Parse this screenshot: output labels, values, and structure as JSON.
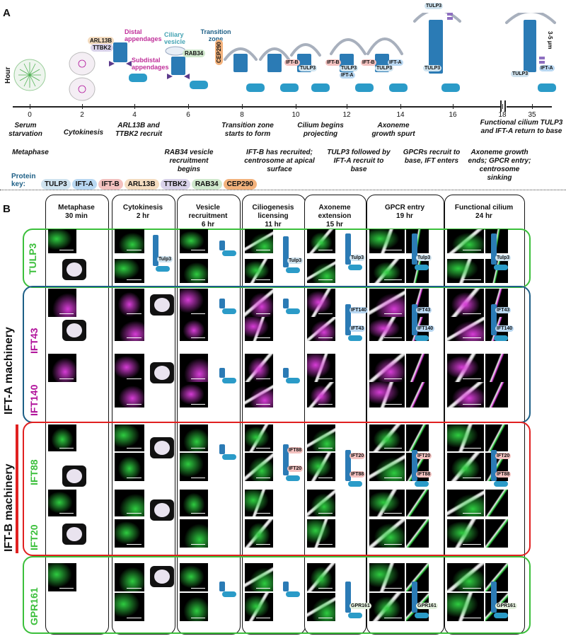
{
  "panel_a": {
    "label": "A",
    "axis_label": "Hour",
    "ticks": [
      "0",
      "2",
      "4",
      "6",
      "8",
      "10",
      "12",
      "14",
      "16",
      "18",
      "35"
    ],
    "events_above": [
      {
        "label": "Serum starvation"
      },
      {
        "label": "Cytokinesis"
      },
      {
        "label": "ARL13B and TTBK2 recruit"
      },
      {
        "label": "Transition zone starts to form"
      },
      {
        "label": "Cilium begins projecting"
      },
      {
        "label": "Axoneme growth spurt"
      },
      {
        "label": "Functional cilium TULP3 and IFT-A return to base"
      }
    ],
    "events_below": [
      {
        "label": "Metaphase"
      },
      {
        "label": "RAB34 vesicle recruitment begins"
      },
      {
        "label": "IFT-B has recruited; centrosome at apical surface"
      },
      {
        "label": "TULP3 followed by IFT-A recruit to base"
      },
      {
        "label": "GPCRs recruit to base, IFT enters"
      },
      {
        "label": "Axoneme growth ends; GPCR entry; centrosome sinking"
      }
    ],
    "diagram_labels": {
      "arl13b": "ARL13B",
      "ttbk2": "TTBK2",
      "distal": "Distal appendages",
      "subdistal": "Subdistal appendages",
      "vesicle": "Ciliary vesicle",
      "rab34": "RAB34",
      "tz": "Transition zone",
      "cep290": "CEP290",
      "iftb": "IFT-B",
      "ifta": "IFT-A",
      "tulp3": "TULP3",
      "length": "3-5 µm"
    },
    "protein_key_label": "Protein key:",
    "protein_key": [
      {
        "name": "TULP3",
        "color": "#cfe3ef"
      },
      {
        "name": "IFT-A",
        "color": "#b9d8f2"
      },
      {
        "name": "IFT-B",
        "color": "#f3c1bf"
      },
      {
        "name": "ARL13B",
        "color": "#f4dcc0"
      },
      {
        "name": "TTBK2",
        "color": "#d9d2ea"
      },
      {
        "name": "RAB34",
        "color": "#cfe8cc"
      },
      {
        "name": "CEP290",
        "color": "#f3b27c"
      }
    ]
  },
  "panel_b": {
    "label": "B",
    "columns": [
      {
        "title": "Metaphase",
        "time": "30 min"
      },
      {
        "title": "Cytokinesis",
        "time": "2 hr"
      },
      {
        "title": "Vesicle recruitment",
        "time": "6 hr"
      },
      {
        "title": "Ciliogenesis licensing",
        "time": "11 hr"
      },
      {
        "title": "Axoneme extension",
        "time": "15 hr"
      },
      {
        "title": "GPCR entry",
        "time": "19 hr"
      },
      {
        "title": "Functional cilium",
        "time": "24 hr"
      }
    ],
    "rows": [
      "TULP3",
      "IFT43",
      "IFT140",
      "IFT88",
      "IFT20",
      "GPR161"
    ],
    "machinery": [
      "IFT-A machinery",
      "IFT-B machinery"
    ],
    "colors": {
      "green": "#3bbf3b",
      "blue": "#1d5f86",
      "red": "#e02020",
      "magenta": "#b0109a",
      "micro_green": "#2ecc40",
      "micro_magenta": "#d63cd6"
    },
    "diagram_tags": {
      "tulp3": "Tulp3",
      "ift43": "IFT43",
      "ift140": "IFT140",
      "ift88": "IFT88",
      "ift20": "IFT20",
      "gpr161": "GPR161"
    }
  }
}
